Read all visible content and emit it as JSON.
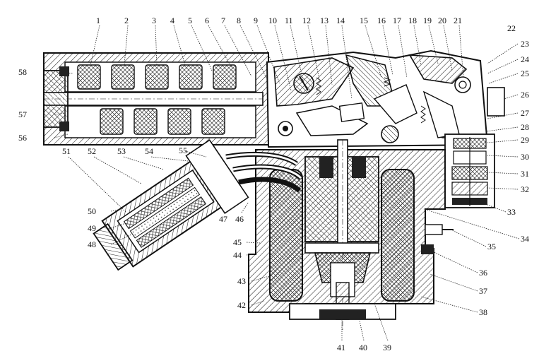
{
  "figure": {
    "labels_top": [
      "1",
      "2",
      "3",
      "4",
      "5",
      "6",
      "7",
      "8",
      "9",
      "10",
      "11",
      "12",
      "13",
      "14",
      "15",
      "16",
      "17",
      "18",
      "19",
      "20",
      "21",
      "22"
    ],
    "labels_right": [
      "23",
      "24",
      "25",
      "26",
      "27",
      "28",
      "29",
      "30",
      "31",
      "32",
      "33",
      "34",
      "35",
      "36",
      "37",
      "38"
    ],
    "labels_bottom": [
      "41",
      "40",
      "39"
    ],
    "labels_left": [
      "58",
      "57",
      "56",
      "51",
      "52",
      "53",
      "54",
      "55",
      "50",
      "49",
      "48",
      "47",
      "46",
      "45",
      "44",
      "43",
      "42"
    ]
  }
}
